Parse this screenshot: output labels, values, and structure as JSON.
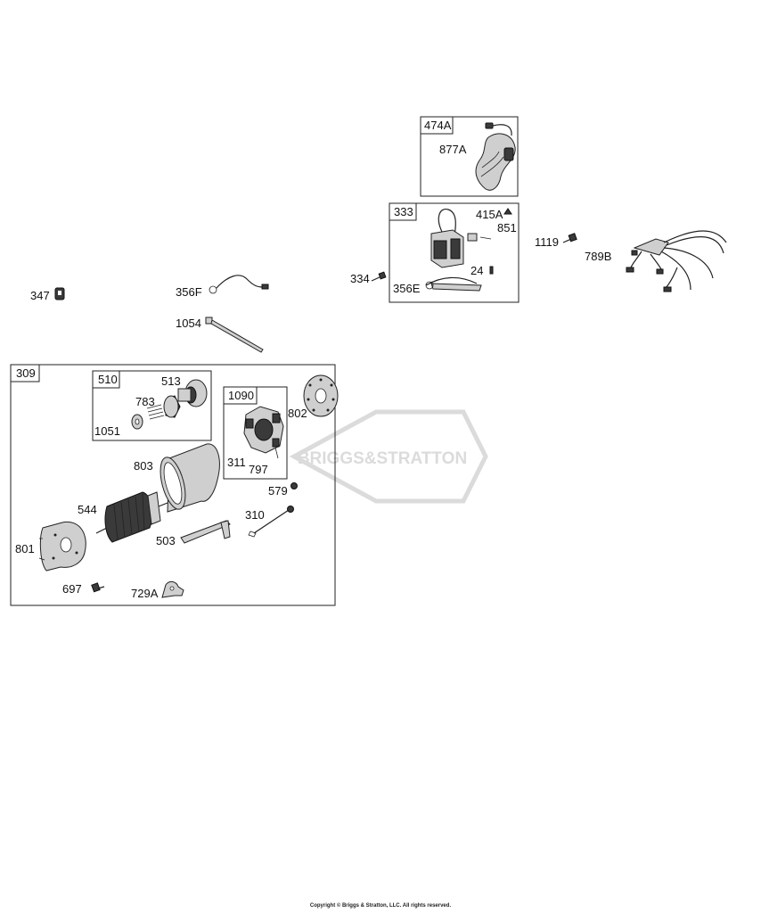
{
  "watermark": {
    "text": "BRIGGS&STRATTON"
  },
  "callouts": {
    "c474A": "474A",
    "c877A": "877A",
    "c333": "333",
    "c415A": "415A",
    "c851": "851",
    "c24": "24",
    "c334": "334",
    "c356E": "356E",
    "c1119": "1119",
    "c789B": "789B",
    "c347": "347",
    "c356F": "356F",
    "c1054": "1054",
    "c309": "309",
    "c510": "510",
    "c513": "513",
    "c783": "783",
    "c1051": "1051",
    "c1090": "1090",
    "c802": "802",
    "c311": "311",
    "c797": "797",
    "c803": "803",
    "c579": "579",
    "c544": "544",
    "c310": "310",
    "c801": "801",
    "c503": "503",
    "c697": "697",
    "c729A": "729A"
  },
  "footer": {
    "copyright": "Copyright © Briggs & Stratton, LLC. All rights reserved."
  }
}
